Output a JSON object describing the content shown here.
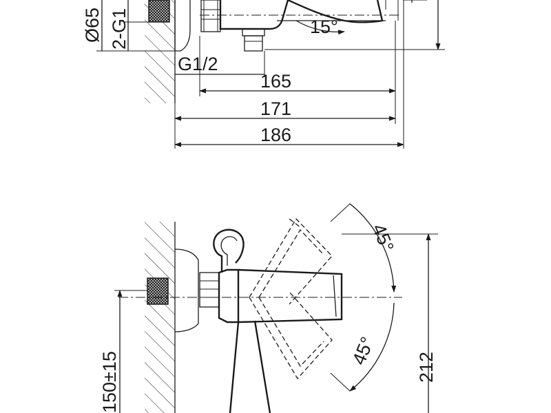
{
  "drawing": {
    "top_view": {
      "diameter_label": "Ø65",
      "thread_label": "2-G1",
      "outlet_thread_label": "G1/2",
      "angle_label": "15°",
      "dim_165": "165",
      "dim_171": "171",
      "dim_186": "186"
    },
    "side_view": {
      "angle_upper_label": "45°",
      "angle_lower_label": "45°",
      "height_label": "212",
      "center_distance_label": "150±15"
    }
  }
}
